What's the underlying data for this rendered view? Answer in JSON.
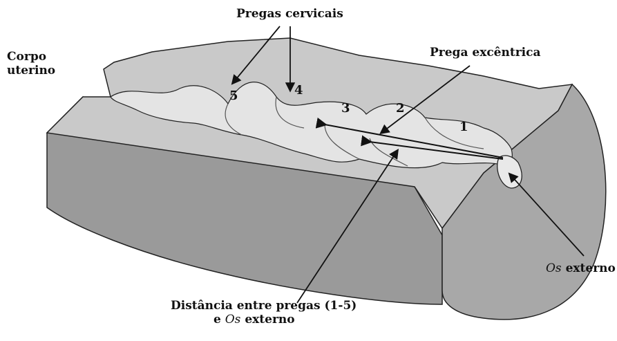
{
  "labels": {
    "corpo_line1": "Corpo",
    "corpo_line2": "uterino",
    "pregas_cervicais": "Pregas cervicais",
    "prega_excentrica": "Prega excêntrica",
    "os_italic": "Os",
    "os_rest": " externo",
    "distancia_line1": "Distância entre pregas (1-5)",
    "distancia_line2_prefix": "e ",
    "distancia_line2_italic": "Os",
    "distancia_line2_suffix": " externo"
  },
  "fold_numbers": [
    "1",
    "2",
    "3",
    "4",
    "5"
  ],
  "colors": {
    "top_surface": "#c9c9c9",
    "canal_light": "#e4e4e4",
    "side_face": "#9a9a9a",
    "end_face": "#a8a8a8",
    "outline": "#222222"
  }
}
